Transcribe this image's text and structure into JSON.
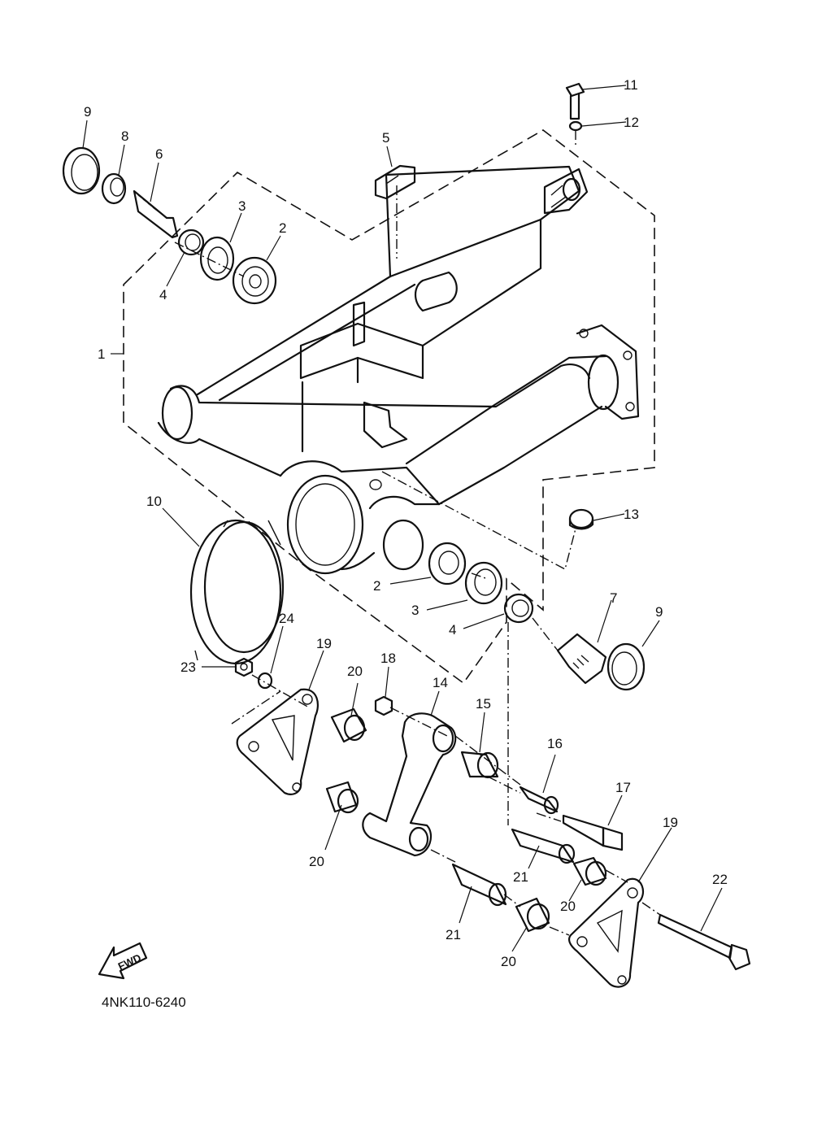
{
  "diagram": {
    "code": "4NK110-6240",
    "fwd_label": "FWD",
    "callouts": [
      {
        "id": "c1",
        "label": "1"
      },
      {
        "id": "c2a",
        "label": "2"
      },
      {
        "id": "c2b",
        "label": "2"
      },
      {
        "id": "c3a",
        "label": "3"
      },
      {
        "id": "c3b",
        "label": "3"
      },
      {
        "id": "c4a",
        "label": "4"
      },
      {
        "id": "c4b",
        "label": "4"
      },
      {
        "id": "c5",
        "label": "5"
      },
      {
        "id": "c6",
        "label": "6"
      },
      {
        "id": "c7",
        "label": "7"
      },
      {
        "id": "c8",
        "label": "8"
      },
      {
        "id": "c9a",
        "label": "9"
      },
      {
        "id": "c9b",
        "label": "9"
      },
      {
        "id": "c10",
        "label": "10"
      },
      {
        "id": "c11",
        "label": "11"
      },
      {
        "id": "c12",
        "label": "12"
      },
      {
        "id": "c13",
        "label": "13"
      },
      {
        "id": "c14",
        "label": "14"
      },
      {
        "id": "c15",
        "label": "15"
      },
      {
        "id": "c16",
        "label": "16"
      },
      {
        "id": "c17",
        "label": "17"
      },
      {
        "id": "c18",
        "label": "18"
      },
      {
        "id": "c19a",
        "label": "19"
      },
      {
        "id": "c19b",
        "label": "19"
      },
      {
        "id": "c20a",
        "label": "20"
      },
      {
        "id": "c20b",
        "label": "20"
      },
      {
        "id": "c20c",
        "label": "20"
      },
      {
        "id": "c20d",
        "label": "20"
      },
      {
        "id": "c21a",
        "label": "21"
      },
      {
        "id": "c21b",
        "label": "21"
      },
      {
        "id": "c22",
        "label": "22"
      },
      {
        "id": "c23",
        "label": "23"
      },
      {
        "id": "c24",
        "label": "24"
      }
    ]
  }
}
